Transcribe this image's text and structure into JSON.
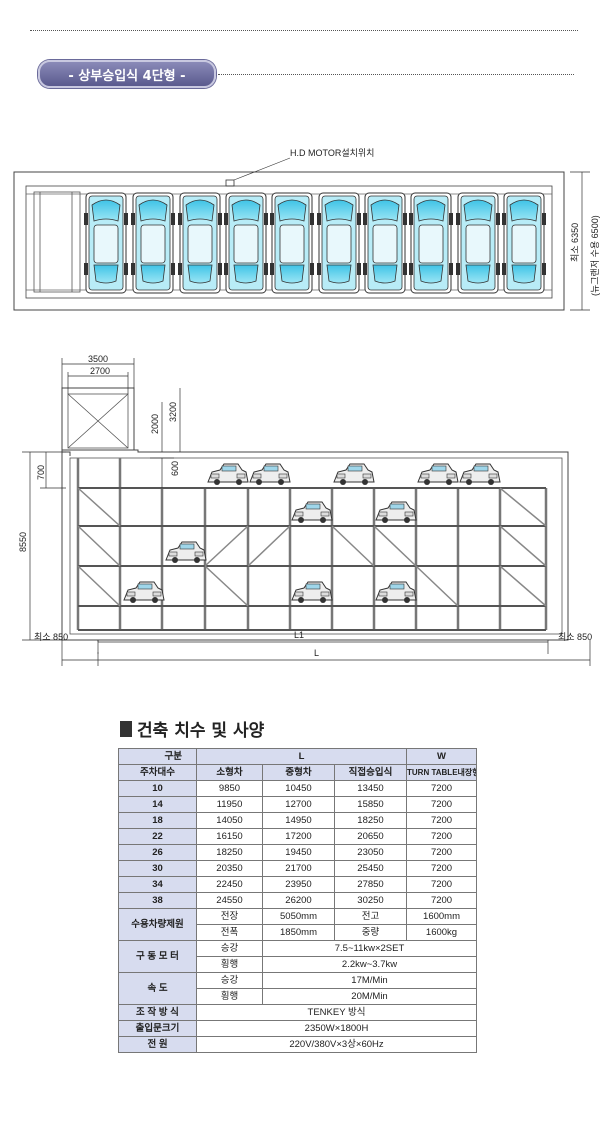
{
  "header": {
    "title": "- 상부승입식 4단형 -"
  },
  "plan_view": {
    "motor_label": "H.D MOTOR설치위치",
    "height_note_main": "최소 6350",
    "height_note_sub": "(뉴그랜저 수용 6500)",
    "car_count": 10
  },
  "section_view": {
    "dims": {
      "top_outer": "3500",
      "top_inner": "2700",
      "pit_a": "2000",
      "pit_b": "3200",
      "left_small": "700",
      "left_total": "8550",
      "inner_600": "600",
      "min_left": "최소 850",
      "min_right": "최소 850",
      "l1": "L1",
      "l": "L"
    }
  },
  "spec": {
    "section_title": "건축 치수 및 사양",
    "header": {
      "gubun": "구분",
      "count": "주차대수",
      "l": "L",
      "w": "W",
      "small": "소형차",
      "mid": "중형차",
      "direct": "직접승입식",
      "turn": "TURN TABLE내장형"
    },
    "rows": [
      {
        "n": "10",
        "small": "9850",
        "mid": "10450",
        "direct": "13450",
        "w": "7200"
      },
      {
        "n": "14",
        "small": "11950",
        "mid": "12700",
        "direct": "15850",
        "w": "7200"
      },
      {
        "n": "18",
        "small": "14050",
        "mid": "14950",
        "direct": "18250",
        "w": "7200"
      },
      {
        "n": "22",
        "small": "16150",
        "mid": "17200",
        "direct": "20650",
        "w": "7200"
      },
      {
        "n": "26",
        "small": "18250",
        "mid": "19450",
        "direct": "23050",
        "w": "7200"
      },
      {
        "n": "30",
        "small": "20350",
        "mid": "21700",
        "direct": "25450",
        "w": "7200"
      },
      {
        "n": "34",
        "small": "22450",
        "mid": "23950",
        "direct": "27850",
        "w": "7200"
      },
      {
        "n": "38",
        "small": "24550",
        "mid": "26200",
        "direct": "30250",
        "w": "7200"
      }
    ],
    "capacity": {
      "label": "수용차량제원",
      "len_label": "전장",
      "len": "5050mm",
      "height_label": "전고",
      "height": "1600mm",
      "width_label": "전폭",
      "width": "1850mm",
      "weight_label": "중량",
      "weight": "1600kg"
    },
    "motor": {
      "label": "구 동 모 터",
      "lift_label": "승강",
      "lift": "7.5~11kw×2SET",
      "trav_label": "횡행",
      "trav": "2.2kw~3.7kw"
    },
    "speed": {
      "label": "속 도",
      "lift_label": "승강",
      "lift": "17M/Min",
      "trav_label": "횡행",
      "trav": "20M/Min"
    },
    "control": {
      "label": "조 작 방 식",
      "value": "TENKEY 방식"
    },
    "door": {
      "label": "출입문크기",
      "value": "2350W×1800H"
    },
    "power": {
      "label": "전 원",
      "value": "220V/380V×3상×60Hz"
    }
  }
}
